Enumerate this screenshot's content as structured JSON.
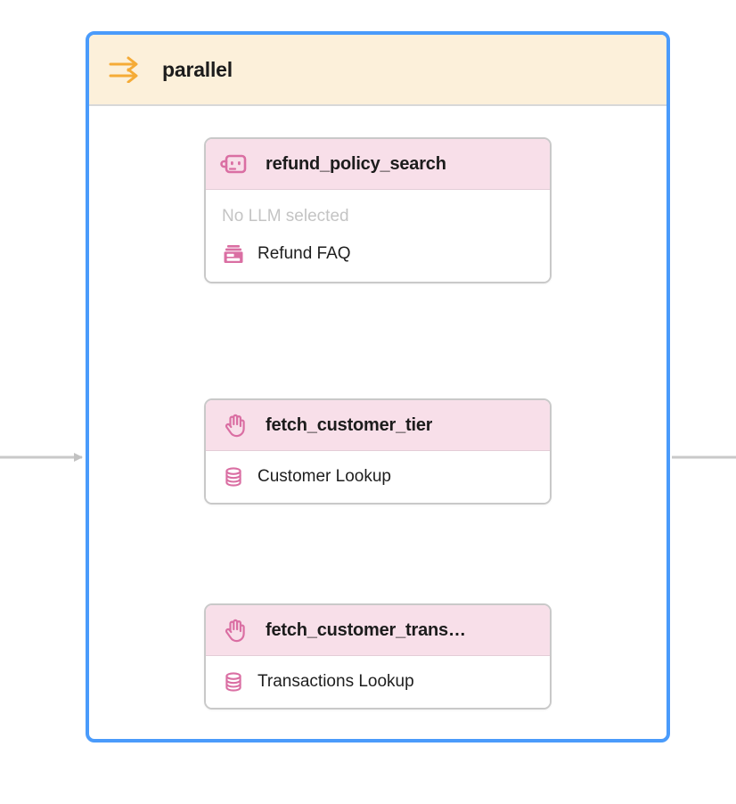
{
  "group": {
    "label": "parallel",
    "icon": "parallel-arrows-icon",
    "header_color": "#fcf0da",
    "border_color": "#4a9bfb",
    "accent_color": "#f5ab36"
  },
  "nodes": [
    {
      "title": "refund_policy_search",
      "header_icon": "robot-face-icon",
      "subtext": "No LLM selected",
      "rows": [
        {
          "icon": "archive-box-icon",
          "label": "Refund FAQ"
        }
      ]
    },
    {
      "title": "fetch_customer_tier",
      "header_icon": "hand-icon",
      "subtext": null,
      "rows": [
        {
          "icon": "database-icon",
          "label": "Customer Lookup"
        }
      ]
    },
    {
      "title": "fetch_customer_trans…",
      "header_icon": "hand-icon",
      "subtext": null,
      "rows": [
        {
          "icon": "database-icon",
          "label": "Transactions Lookup"
        }
      ]
    }
  ],
  "edges": {
    "style": "dashed",
    "color": "#bfbfbf",
    "entry_color": "#c9c9c9",
    "node_pink": "#da6fa3"
  }
}
